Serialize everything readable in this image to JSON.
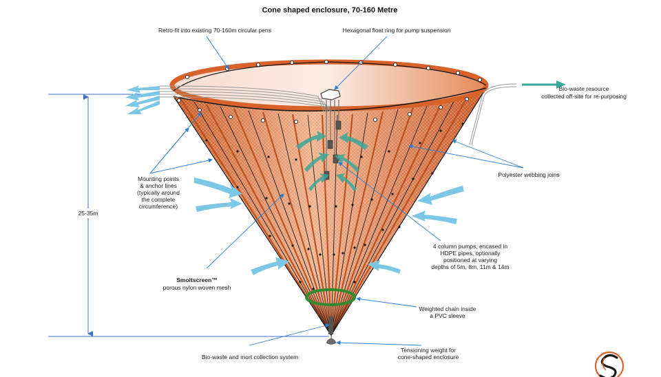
{
  "title": "Cone shaped enclosure, 70-160 Metre",
  "colors": {
    "orange": "#d9622b",
    "callout": "#2a7fd4",
    "flow_arrow": "#7cc6e6",
    "teal_arrow": "#3aa89a",
    "chain": "#2e8b2e",
    "dimension": "#3a6fd0"
  },
  "labels": {
    "retrofit": "Retro-fit into existing 70-160m circular pens",
    "float_ring": "Hexagonal float ring for pump suspension",
    "biowaste_resource_1": "Bio-waste resource",
    "biowaste_resource_2": "collected off-site for re-purposing",
    "mounting_1": "Mounting points",
    "mounting_2": "& anchor lines",
    "mounting_3": "(typically around",
    "mounting_4": "the complete",
    "mounting_5": "circumference)",
    "webbing": "Polyester webbing joins",
    "pumps_1": "4 column pumps, encased in",
    "pumps_2": "HDPE pipes, optionally",
    "pumps_3": "positioned at varying",
    "pumps_4": "depths of 5m, 8m, 11m & 14m",
    "smoltscreen_1": "Smoltscreen™",
    "smoltscreen_2": "porous nylon woven mesh",
    "chain_1": "Weighted chain inside",
    "chain_2": "a PVC sleeve",
    "tension_1": "Tensioning weight for",
    "tension_2": "cone-shaped enclosure",
    "collection": "Bio-waste and mort collection system",
    "depth": "25-35m"
  },
  "icons": {
    "logo": "s-logo-icon"
  }
}
